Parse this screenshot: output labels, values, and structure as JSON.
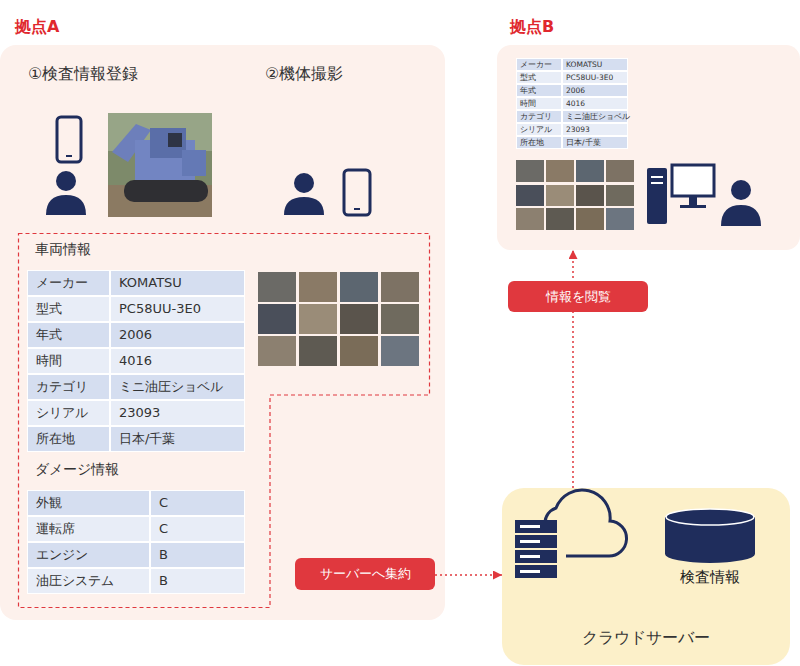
{
  "diagram": {
    "nodes": [
      {
        "text": [
          "拠点A"
        ]
      },
      {
        "text": [
          "車両情報",
          "ダメージ情報"
        ],
        "in": 0
      },
      {
        "text": [
          "拠点B"
        ]
      },
      {
        "text": [
          "クラウドサーバー"
        ]
      },
      {
        "text": [
          "検査情報"
        ],
        "in": 3
      }
    ],
    "edges": [
      {
        "from": 1,
        "to": 3,
        "arrow": "to",
        "label": "サーバーへ集約"
      },
      {
        "from": 3,
        "to": 2,
        "arrow": "to",
        "label": "情報を閲覧"
      }
    ],
    "labels": [
      "①検査情報登録",
      "②機体撮影",
      "メーカー",
      "KOMATSU",
      "型式",
      "PC58UU-3E0",
      "年式",
      "2006",
      "時間",
      "4016",
      "カテゴリ",
      "ミニ油圧ショベル",
      "シリアル",
      "23093",
      "所在地",
      "日本/千葉",
      "外観",
      "C",
      "運転席",
      "C",
      "エンジン",
      "B",
      "油圧システム",
      "B",
      "メーカー",
      "KOMATSU",
      "型式",
      "PC58UU-3E0",
      "年式",
      "2006",
      "時間",
      "4016",
      "カテゴリ",
      "ミニ油圧ショベル",
      "シリアル",
      "23093",
      "所在地",
      "日本/千葉"
    ]
  }
}
